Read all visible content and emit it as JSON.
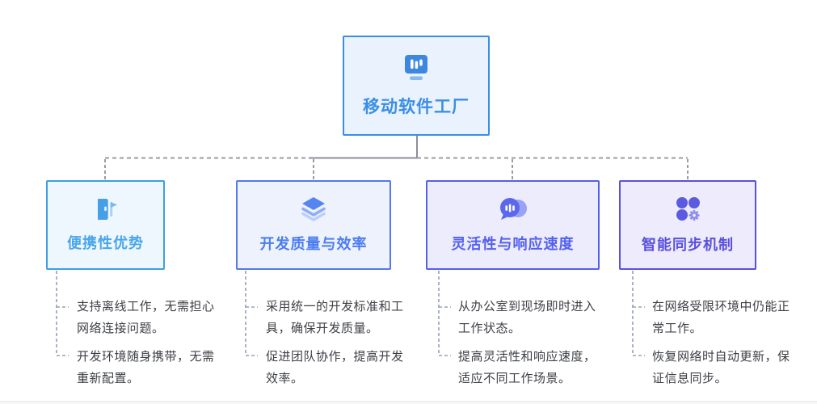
{
  "canvas": {
    "background": "#ffffff"
  },
  "root": {
    "title": "移动软件工厂",
    "icon": "data-screen-icon",
    "accent_color": "#3a8ee6",
    "background": "#e9f2fd"
  },
  "branches": [
    {
      "title": "便携性优势",
      "icon": "door-open-icon",
      "accent_color": "#4aa6e9",
      "border_color": "#3d9fe2",
      "background": "#eef7fe",
      "bullets": [
        "支持离线工作，无需担心\n网络连接问题。",
        "开发环境随身携带，无需\n重新配置。"
      ]
    },
    {
      "title": "开发质量与效率",
      "icon": "layers-icon",
      "accent_color": "#4d7df0",
      "border_color": "#5578ea",
      "background": "#edf2fd",
      "bullets": [
        "采用统一的开发标准和工\n具，确保开发质量。",
        "促进团队协作，提高开发\n效率。"
      ]
    },
    {
      "title": "灵活性与响应速度",
      "icon": "chat-bubble-icon",
      "accent_color": "#5560ee",
      "border_color": "#5560e8",
      "background": "#ececfc",
      "bullets": [
        "从办公室到现场即时进入\n工作状态。",
        "提高灵活性和响应速度，\n适应不同工作场景。"
      ]
    },
    {
      "title": "智能同步机制",
      "icon": "circles-gear-icon",
      "accent_color": "#5a50dd",
      "border_color": "#5a50dd",
      "background": "#edebfc",
      "bullets": [
        "在网络受限环境中仍能正\n常工作。",
        "恢复网络时自动更新，保\n证信息同步。"
      ]
    }
  ],
  "connector_colors": {
    "solid_trunk": "#8b8f98",
    "dashed_tree": "#9b9ca3",
    "dashed_notes": "#98a0b6"
  }
}
